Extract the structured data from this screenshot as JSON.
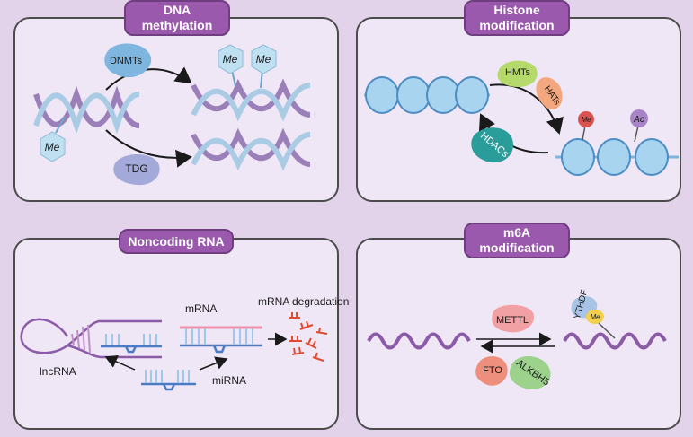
{
  "panels": {
    "dna": {
      "title_line1": "DNA",
      "title_line2": "methylation"
    },
    "histone": {
      "title_line1": "Histone",
      "title_line2": "modification"
    },
    "ncrna": {
      "title": "Noncoding RNA"
    },
    "m6a": {
      "title_line1": "m6A",
      "title_line2": "modification"
    }
  },
  "dna": {
    "enzyme_dnmts": "DNMTs",
    "enzyme_tdg": "TDG",
    "me": "Me"
  },
  "histone": {
    "hmts": "HMTs",
    "hats": "HATs",
    "hdacs": "HDACs",
    "me": "Me",
    "ac": "Ac"
  },
  "ncrna": {
    "mrna": "mRNA",
    "degradation": "mRNA degradation",
    "lncrna": "lncRNA",
    "mirna": "miRNA"
  },
  "m6a": {
    "mettl": "METTL",
    "fto": "FTO",
    "alkbh5": "ALKBH5",
    "ythdf": "YTHDF",
    "me": "Me"
  },
  "colors": {
    "background": "#e3d3ea",
    "panel": "#efe6f6",
    "tab": "#9b59ad",
    "dna_blue": "#a9cbe3",
    "dna_purple": "#9a7fb8",
    "nucleosome": "#a8d4ef",
    "rna_purple": "#8c5ba8",
    "degraded": "#e04b2f"
  }
}
